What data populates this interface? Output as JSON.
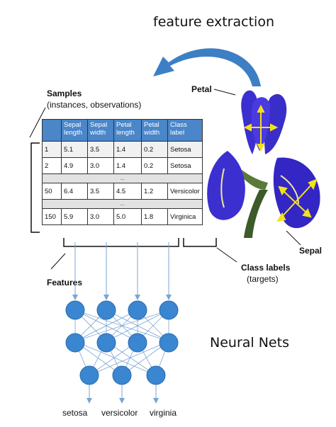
{
  "title": "feature extraction",
  "samples": {
    "heading": "Samples",
    "sub": "(instances, observations)"
  },
  "table": {
    "headers": [
      "",
      "Sepal length",
      "Sepal width",
      "Petal length",
      "Petal width",
      "Class label"
    ],
    "rows": [
      [
        "1",
        "5.1",
        "3.5",
        "1.4",
        "0.2",
        "Setosa"
      ],
      [
        "2",
        "4.9",
        "3.0",
        "1.4",
        "0.2",
        "Setosa"
      ],
      [
        "…",
        "",
        "",
        "",
        "",
        ""
      ],
      [
        "50",
        "6.4",
        "3.5",
        "4.5",
        "1.2",
        "Versicolor"
      ],
      [
        "…",
        "",
        "",
        "",
        "",
        ""
      ],
      [
        "150",
        "5.9",
        "3.0",
        "5.0",
        "1.8",
        "Virginica"
      ]
    ]
  },
  "labels": {
    "petal": "Petal",
    "sepal": "Sepal",
    "features": "Features",
    "class_labels": "Class labels",
    "targets": "(targets)",
    "neural_nets": "Neural Nets"
  },
  "outputs": [
    "setosa",
    "versicolor",
    "virginia"
  ],
  "colors": {
    "header_blue": "#4a86c8",
    "node_blue": "#3a86d0",
    "arrow_blue": "#3d7fc4",
    "line_blue": "#7aa4d6",
    "petal_purple": "#3b2fd0"
  }
}
